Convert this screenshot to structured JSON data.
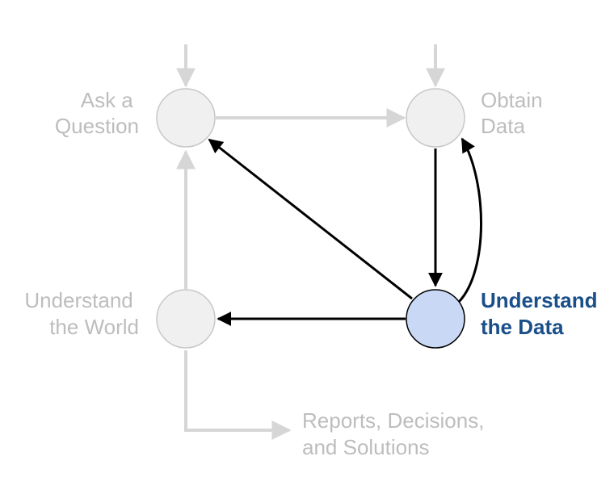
{
  "nodes": {
    "ask_question": {
      "lines": [
        "Ask a",
        "Question"
      ],
      "active": false
    },
    "obtain_data": {
      "lines": [
        "Obtain",
        "Data"
      ],
      "active": false
    },
    "understand_world": {
      "lines": [
        "Understand",
        "the World"
      ],
      "active": false
    },
    "understand_data": {
      "lines": [
        "Understand",
        "the Data"
      ],
      "active": true
    }
  },
  "output_label": {
    "lines": [
      "Reports, Decisions,",
      "and Solutions"
    ]
  },
  "colors": {
    "inactive_node_fill": "#f0f0f0",
    "inactive_node_stroke": "#c8c8c8",
    "inactive_edge": "#d6d6d6",
    "inactive_text": "#bdbdbd",
    "active_node_fill": "#c9d9f5",
    "active_node_stroke": "#000000",
    "active_edge": "#000000",
    "active_text": "#1a4f8a"
  }
}
